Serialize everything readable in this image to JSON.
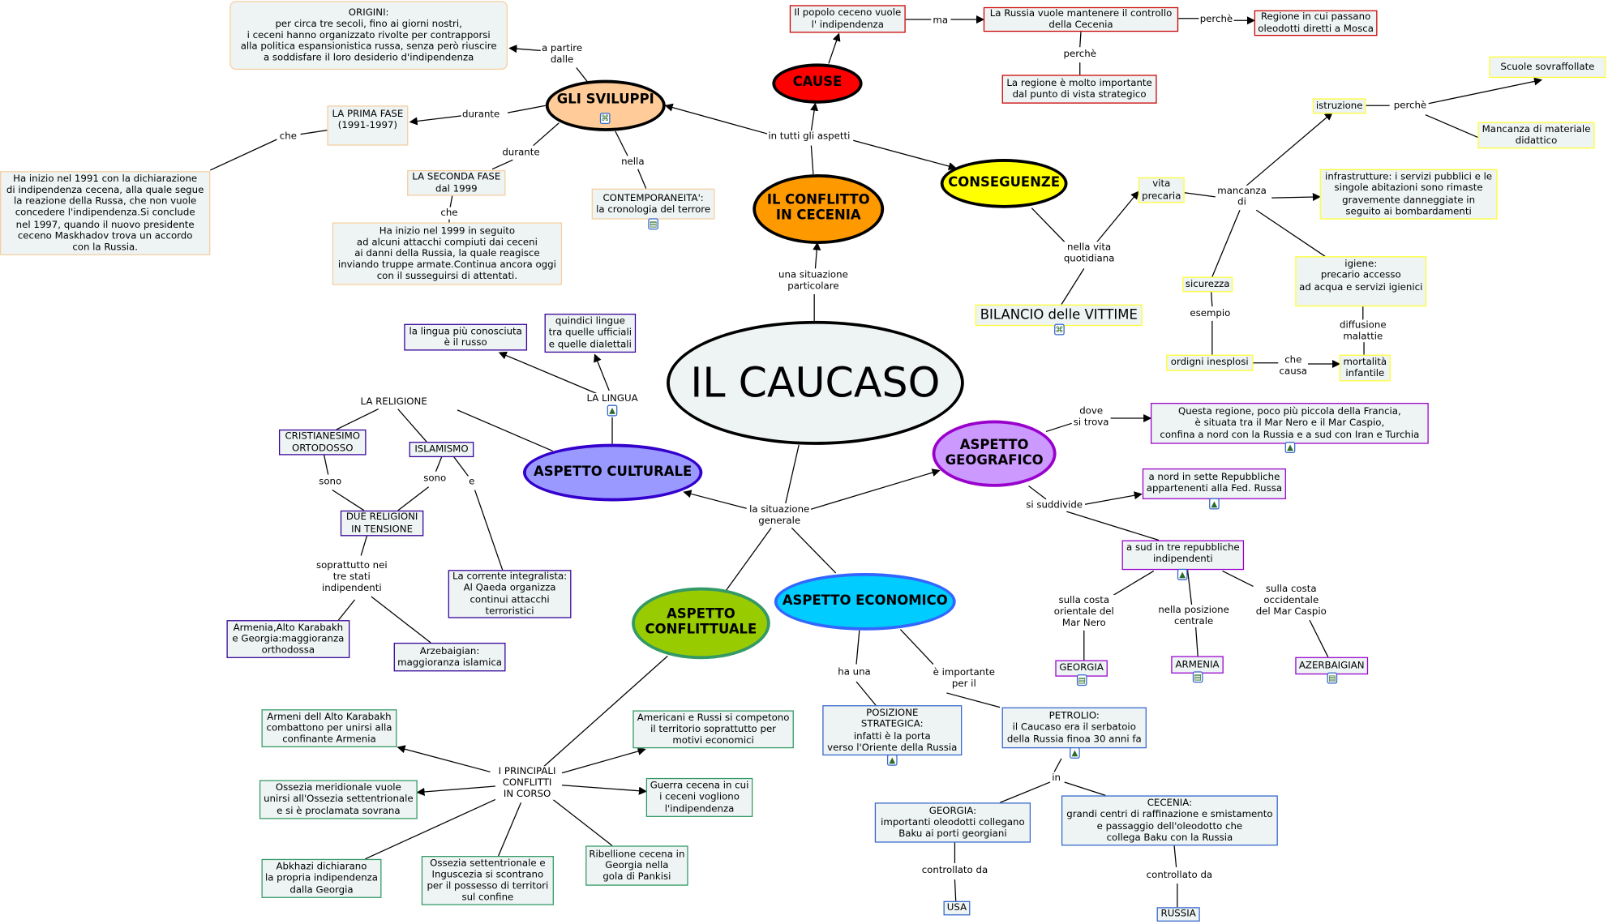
{
  "concepts": {
    "main": "IL CAUCASO",
    "conflitto": "IL CONFLITTO\nIN CECENIA",
    "cause": "CAUSE",
    "sviluppi": "GLI SVILUPPI",
    "conseguenze": "CONSEGUENZE",
    "culturale": "ASPETTO CULTURALE",
    "geografico": "ASPETTO\nGEOGRAFICO",
    "conflittuale": "ASPETTO\nCONFLITTUALE",
    "economico": "ASPETTO ECONOMICO",
    "origini": "ORIGINI:\nper circa tre secoli, fino ai giorni nostri,\ni ceceni hanno organizzato rivolte per contrapporsi\nalla politica espansionistica russa, senza però riuscire\na soddisfare il loro desiderio d'indipendenza",
    "prima_fase": "LA PRIMA FASE\n(1991-1997)",
    "prima_desc": "Ha inizio nel 1991 con la dichiarazione\ndi indipendenza cecena, alla quale segue\nla reazione della Russa, che non vuole\nconcedere l'indipendenza.Si conclude\nnel 1997, quando il nuovo presidente\nceceno Maskhadov trova un accordo\ncon la Russia.",
    "seconda_fase": "LA SECONDA FASE\ndal 1999",
    "seconda_desc": "Ha inizio nel 1999 in seguito\nad alcuni attacchi compiuti dai ceceni\nai danni della Russia, la quale reagisce\ninviando truppe armate.Continua ancora oggi\ncon il susseguirsi di attentati.",
    "contemporaneita": "CONTEMPORANEITA':\nla cronologia del terrore",
    "popolo": "Il popolo ceceno vuole\nl' indipendenza",
    "russia_controllo": "La Russia vuole mantenere il controllo\ndella Cecenia",
    "regione_strategica": "La regione è molto importante\ndal punto di vista strategico",
    "regione_oleodotti": "Regione in cui passano\noleodotti diretti a Mosca",
    "scuole": "Scuole sovraffollate",
    "istruzione": "istruzione",
    "materiale": "Mancanza di materiale\ndidattico",
    "infrastrutture": "infrastrutture: i servizi pubblici e le\nsingole abitazioni sono rimaste\ngravemente danneggiate in\nseguito ai bombardamenti",
    "vita_precaria": "vita\nprecaria",
    "igiene": "igiene:\nprecario accesso\nad acqua e servizi igienici\n ",
    "sicurezza": "sicurezza",
    "ordigni": "ordigni inesplosi",
    "mortalita": "mortalità\ninfantile",
    "bilancio": "BILANCIO delle VITTIME",
    "lingua_russo": "la lingua più conosciuta\nè il russo",
    "quindici": "quindici lingue\ntra quelle ufficiali\ne quelle dialettali",
    "cristianesimo": "CRISTIANESIMO\nORTODOSSO",
    "islamismo": "ISLAMISMO",
    "due_religioni": "DUE RELIGIONI\nIN TENSIONE",
    "corrente": "La corrente integralista:\nAl Qaeda organizza\ncontinui attacchi\nterroristici",
    "armenia_ortodossa": "Armenia,Alto Karabakh\ne Georgia:maggioranza\northodossa",
    "arzebaigian": "Arzebaigian:\nmaggioranza islamica",
    "questa_regione": "Questa regione, poco più piccola della Francia,\nè situata tra il Mar Nero e il Mar Caspio,\nconfina a nord con la Russia e a sud con Iran e Turchia",
    "nord": "a nord in sette Repubbliche\nappartenenti alla Fed. Russa",
    "sud": "a sud in tre repubbliche\nindipendenti",
    "georgia": "GEORGIA",
    "armenia": "ARMENIA",
    "azerbaigian": "AZERBAIGIAN",
    "posizione": "POSIZIONE\nSTRATEGICA:\ninfatti è la porta\nverso l'Oriente della Russia",
    "petrolio": "PETROLIO:\nil Caucaso era il serbatoio\ndella Russia finoa 30 anni fa",
    "georgia_oleodotti": "GEORGIA:\nimportanti oleodotti collegano\nBaku ai porti georgiani",
    "cecenia": "CECENIA:\ngrandi centri di raffinazione e smistamento\ne passaggio dell'oleodotto che\ncollega Baku con la Russia",
    "usa": "USA",
    "russia": "RUSSIA",
    "armeni": "Armeni dell Alto Karabakh\ncombattono per unirsi alla\nconfinante Armenia",
    "ossezia_merid": "Ossezia meridionale vuole\nunirsi all'Ossezia settentrionale\ne si è proclamata sovrana",
    "abkhazi": "Abkhazi dichiarano\nla propria indipendenza\ndalla Georgia",
    "ossezia_sett": "Ossezia settentrionale e\nInguscezia si scontrano\nper il possesso di territori\nsul confine",
    "ribellione": "Ribellione cecena in\nGeorgia nella\ngola di Pankisi",
    "americani": "Americani e Russi si competono\nil territorio soprattutto per\nmotivi economici",
    "guerra": "Guerra cecena in cui\ni ceceni vogliono\nl'indipendenza"
  },
  "links": {
    "a_partire": "a partire\ndalle",
    "durante1": "durante",
    "che1": "che",
    "durante2": "durante",
    "che2": "che",
    "nella": "nella",
    "in_tutti": "in tutti gli aspetti",
    "ma": "ma",
    "perche1": "perchè",
    "perche2": "perchè",
    "una_situazione": "una situazione\nparticolare",
    "nella_vita": "nella vita\nquotidiana",
    "mancanza": "mancanza\ndi",
    "perche3": "perchè",
    "esempio": "esempio",
    "diffusione": "diffusione\nmalattie",
    "che_causa": "che\ncausa",
    "la_lingua": "LA LINGUA",
    "la_religione": "LA RELIGIONE",
    "sono1": "sono",
    "sono2": "sono",
    "e": "e",
    "soprattutto": "soprattutto nei\ntre stati\nindipendenti",
    "situazione_generale": "la situazione\ngenerale",
    "dove": "dove\nsi trova",
    "si_suddivide": "si suddivide",
    "costa_orientale": "sulla costa\norientale del\nMar Nero",
    "posizione_centrale": "nella posizione\ncentrale",
    "costa_occidentale": "sulla costa\noccidentale\ndel Mar Caspio",
    "ha_una": "ha una",
    "importante": "è importante\nper il",
    "in": "in",
    "controllato1": "controllato da",
    "controllato2": "controllato da",
    "principali": "I PRINCIPALI\nCONFLITTI\nIN CORSO"
  },
  "colors": {
    "main": "#EEF3F3",
    "conflitto": "#FF9900",
    "cause": "#FF0000",
    "sviluppi": "#FFCC99",
    "conseguenze": "#FFFF00",
    "culturale": "#9999FF",
    "geografico": "#CC99FF",
    "conflittuale": "#99CC00",
    "economico": "#00CCFF"
  }
}
